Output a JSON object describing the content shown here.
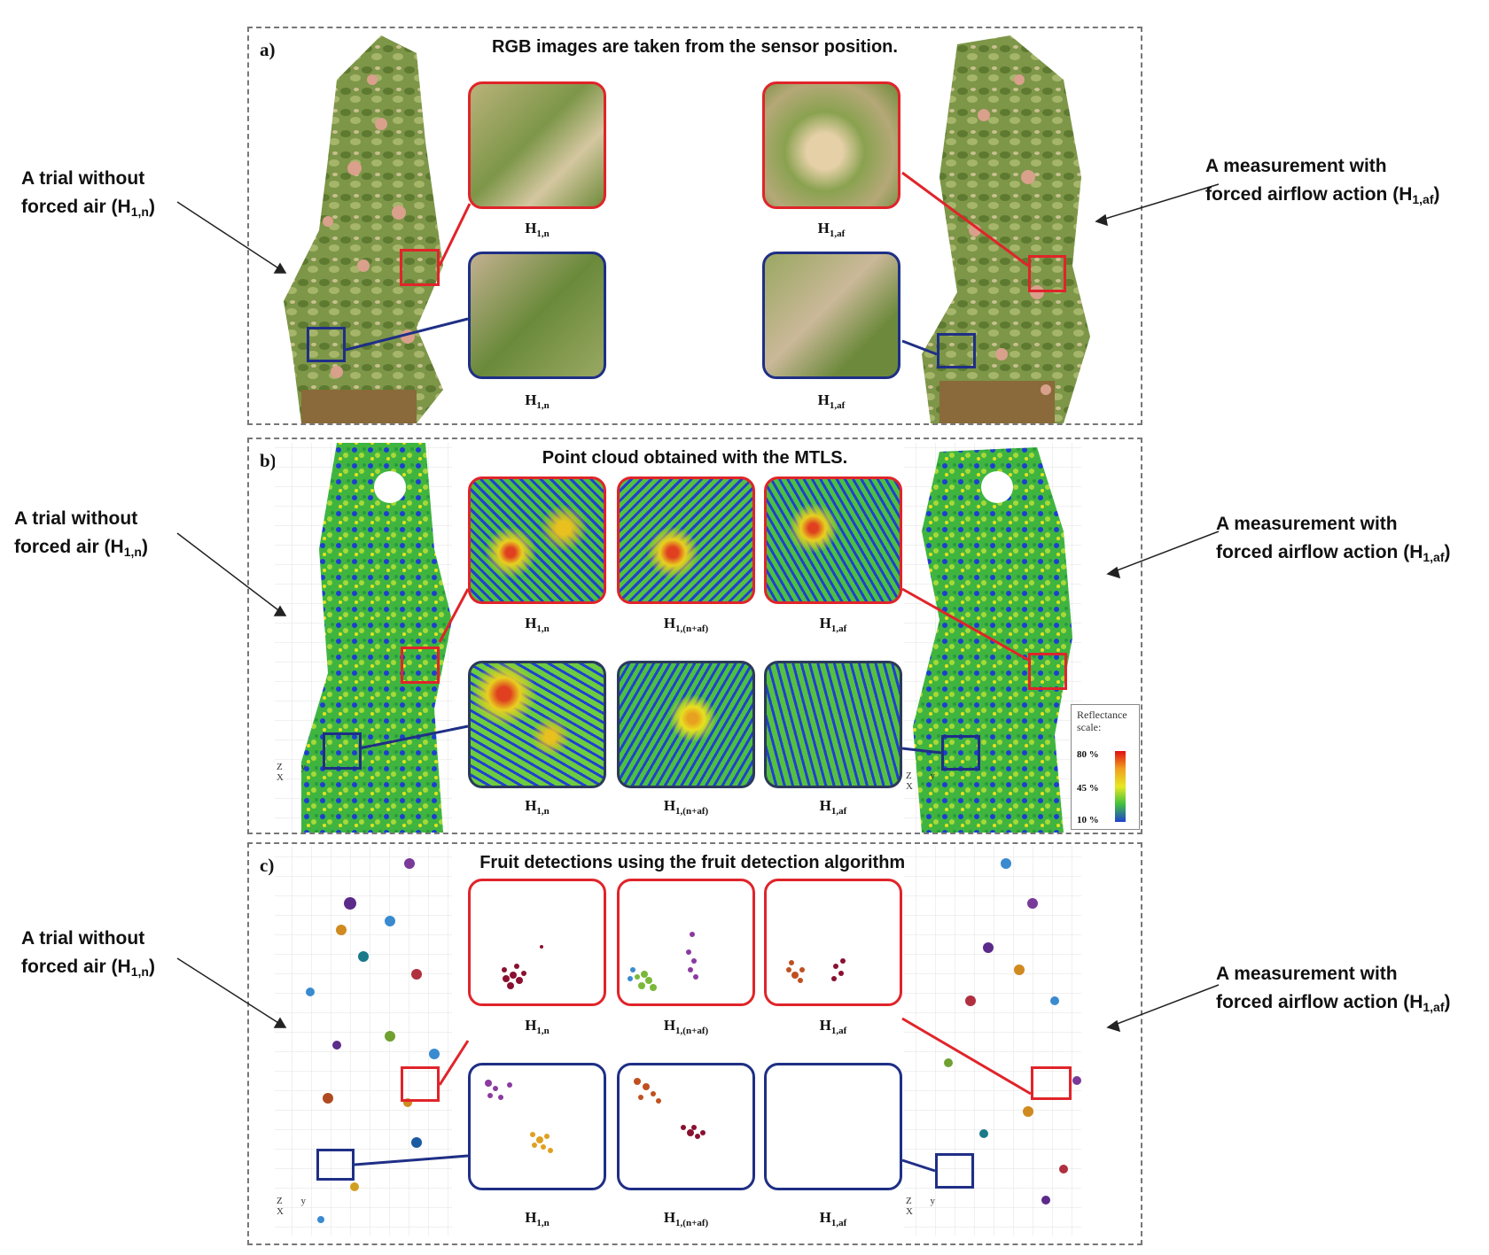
{
  "panels": {
    "a": {
      "letter": "a)",
      "title": "RGB images are taken from the sensor position."
    },
    "b": {
      "letter": "b)",
      "title": "Point cloud obtained with the MTLS."
    },
    "c": {
      "letter": "c)",
      "title": "Fruit detections using the fruit detection algorithm."
    }
  },
  "left_label": {
    "line1": "A trial without",
    "line2": "forced air (H",
    "sub": "1,n",
    "close": ")"
  },
  "right_label": {
    "line1": "A measurement with",
    "line2": "forced airflow action (H",
    "sub": "1,af",
    "close": ")"
  },
  "captions": {
    "n": {
      "main": "H",
      "sub": "1,n"
    },
    "naf": {
      "main": "H",
      "sub": "1,(n+af)"
    },
    "af": {
      "main": "H",
      "sub": "1,af"
    }
  },
  "legend": {
    "title1": "Reflectance",
    "title2": "scale:",
    "high": "80 %",
    "mid": "45 %",
    "low": "10 %"
  },
  "axes": {
    "z": "Z",
    "y": "y",
    "x": "X"
  },
  "colors": {
    "red_box": "#e0242a",
    "blue_box": "#1f2f86",
    "foliage": "#6e8a3c",
    "apple": "#d9a08c"
  }
}
